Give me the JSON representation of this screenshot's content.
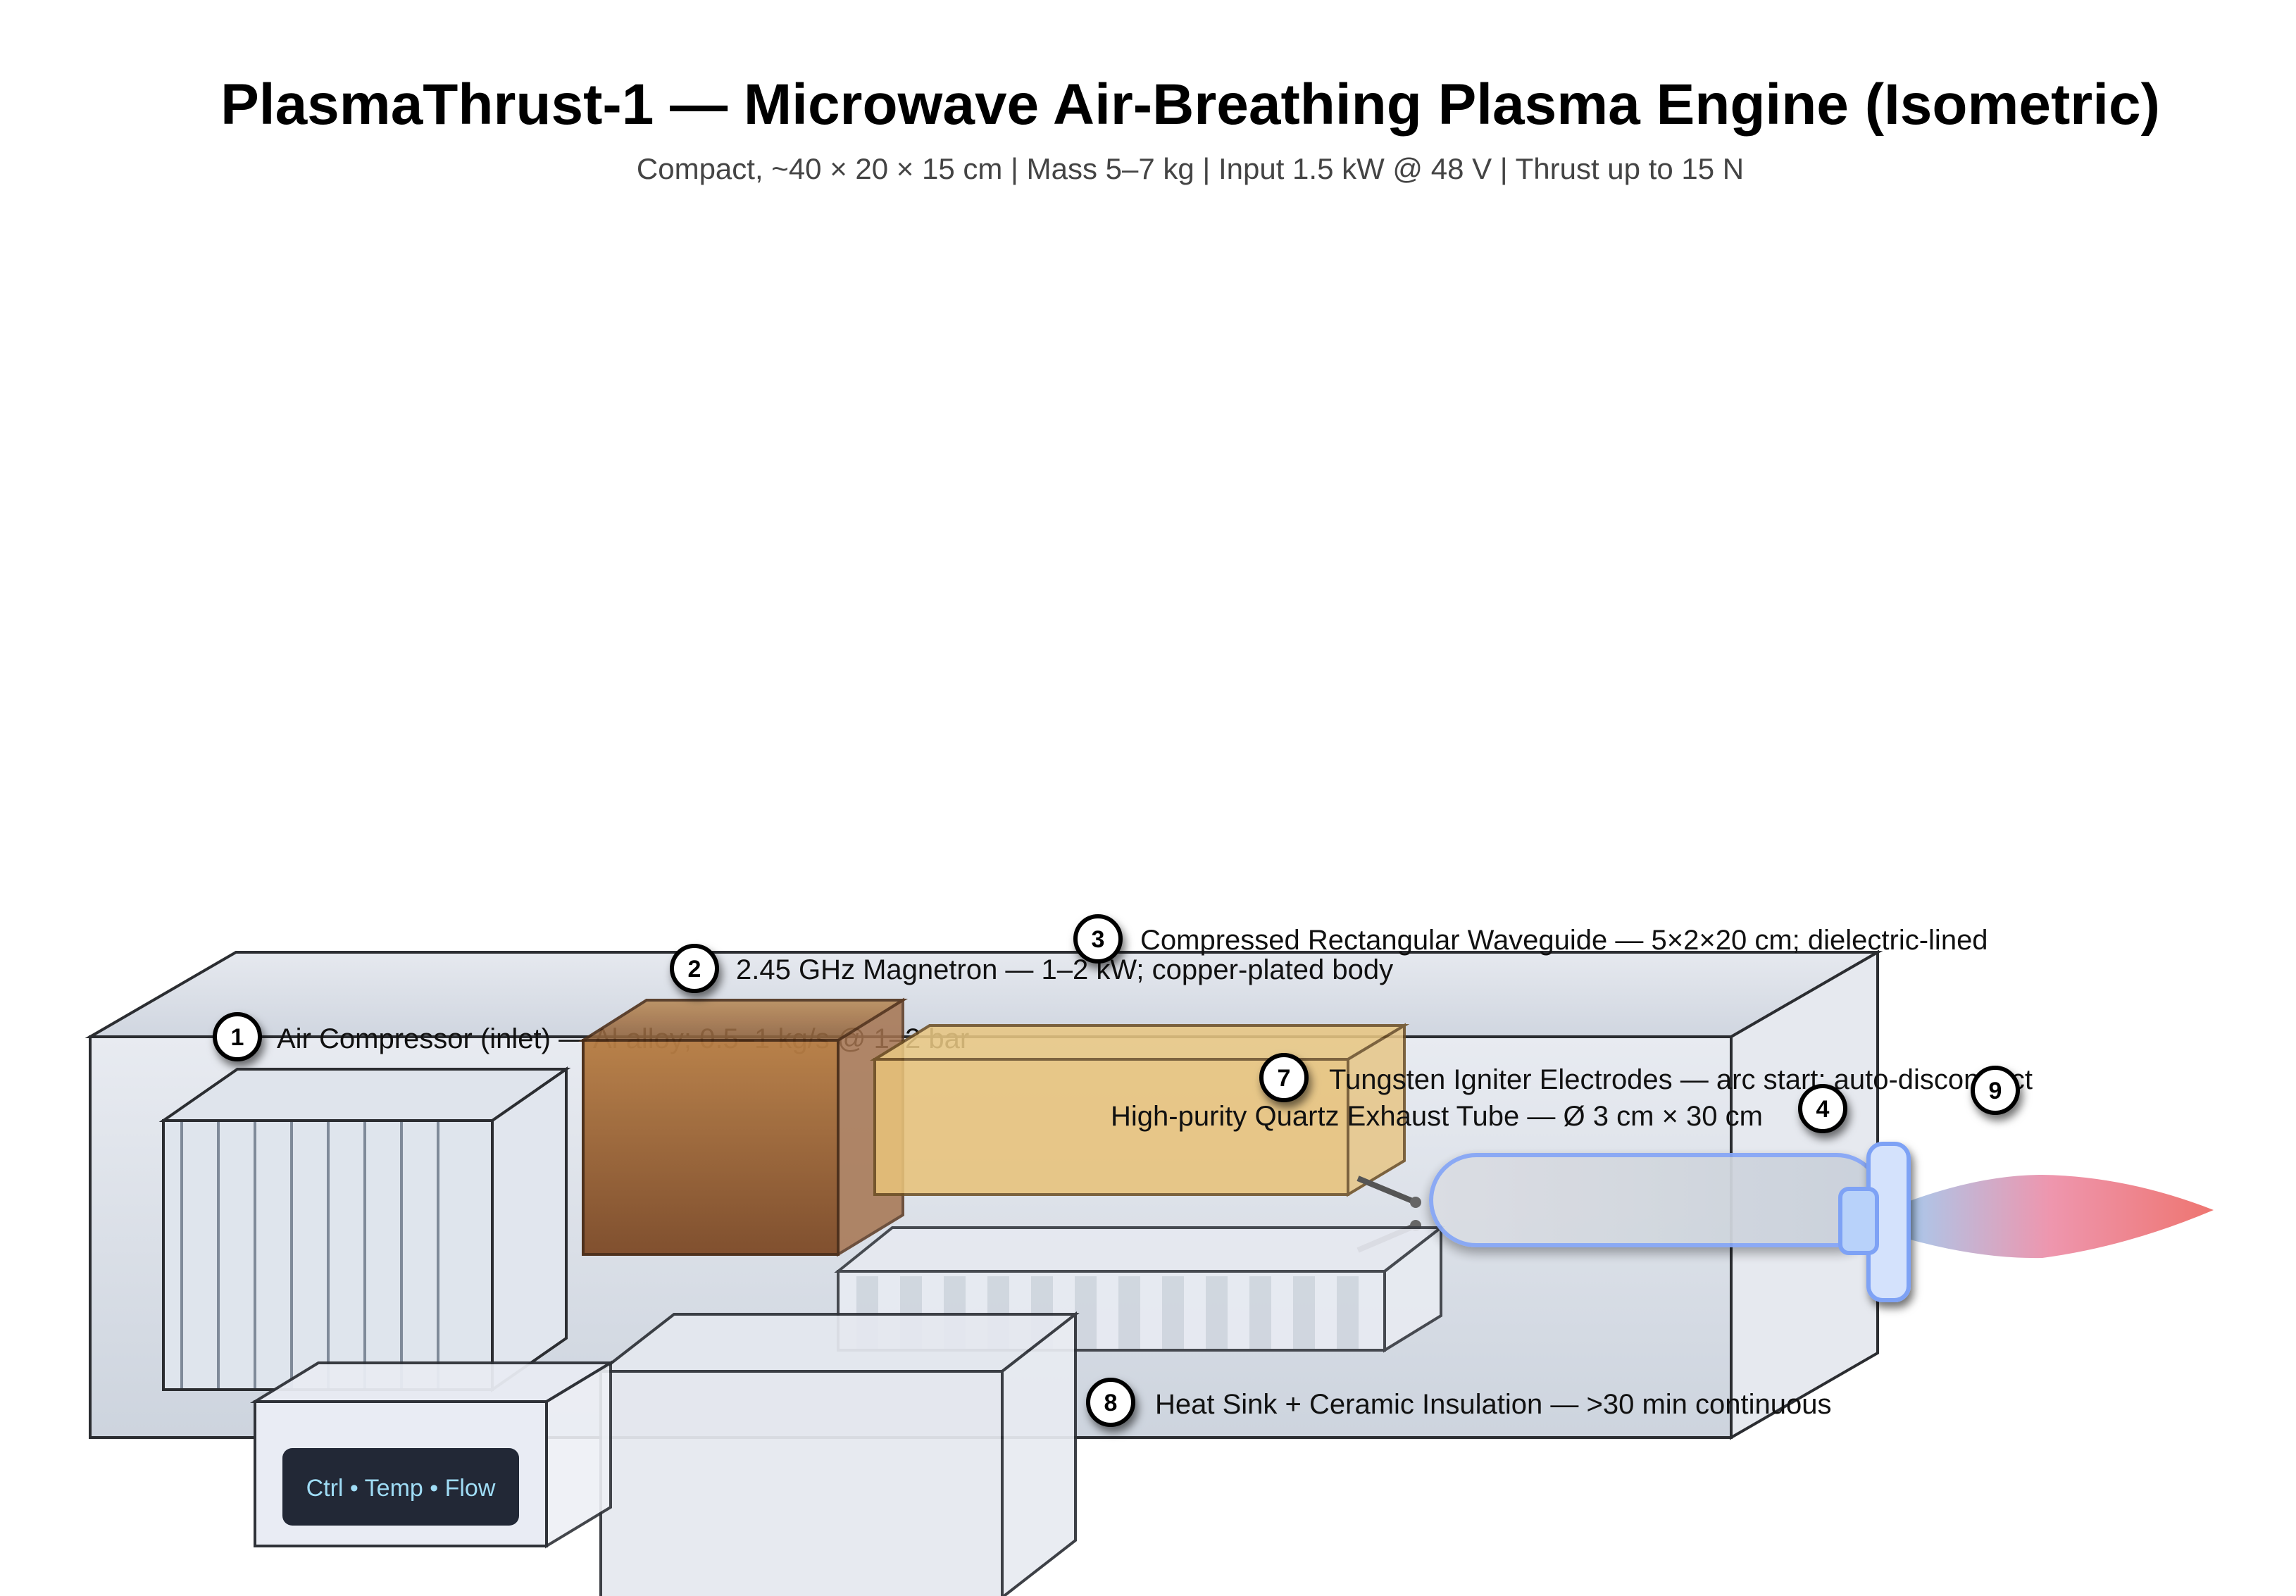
{
  "header": {
    "title": "PlasmaThrust-1 — Microwave Air-Breathing Plasma Engine (Isometric)",
    "subtitle": "Compact, ~40 × 20 × 15 cm | Mass 5–7 kg | Input 1.5 kW @ 48 V | Thrust up to 15 N"
  },
  "components": {
    "compressor": {
      "badge": "1",
      "label": "Air Compressor (inlet) — Al alloy; 0.5–1 kg/s @ 1–2 bar"
    },
    "magnetron": {
      "badge": "2",
      "label": "2.45 GHz Magnetron — 1–2 kW; copper-plated body"
    },
    "waveguide": {
      "badge": "3",
      "label": "Compressed Rectangular Waveguide — 5×2×20 cm; dielectric-lined"
    },
    "quartz_tube": {
      "badge": "4",
      "label": "High-purity Quartz Exhaust Tube — Ø 3 cm × 30 cm"
    },
    "igniter": {
      "badge": "7",
      "label": "Tungsten Igniter Electrodes — arc start; auto-disconnect"
    },
    "heat_sink": {
      "badge": "8",
      "label": "Heat Sink + Ceramic Insulation — >30 min continuous"
    },
    "plume": {
      "badge": "9"
    },
    "control_unit": {
      "screen_text": "Ctrl • Temp • Flow"
    }
  },
  "colors": {
    "housing": "#dfe4ec",
    "magnetron_top": "#b8804a",
    "magnetron_bottom": "#7e4c29",
    "waveguide": "#e8c27a",
    "quartz_stroke": "#86a6f5",
    "nozzle_fill": "#d4e2fc",
    "plume_start": "#9fd0f5",
    "plume_mid": "#ee96ae",
    "plume_end": "#ee7570",
    "screen_bg": "#222836"
  }
}
